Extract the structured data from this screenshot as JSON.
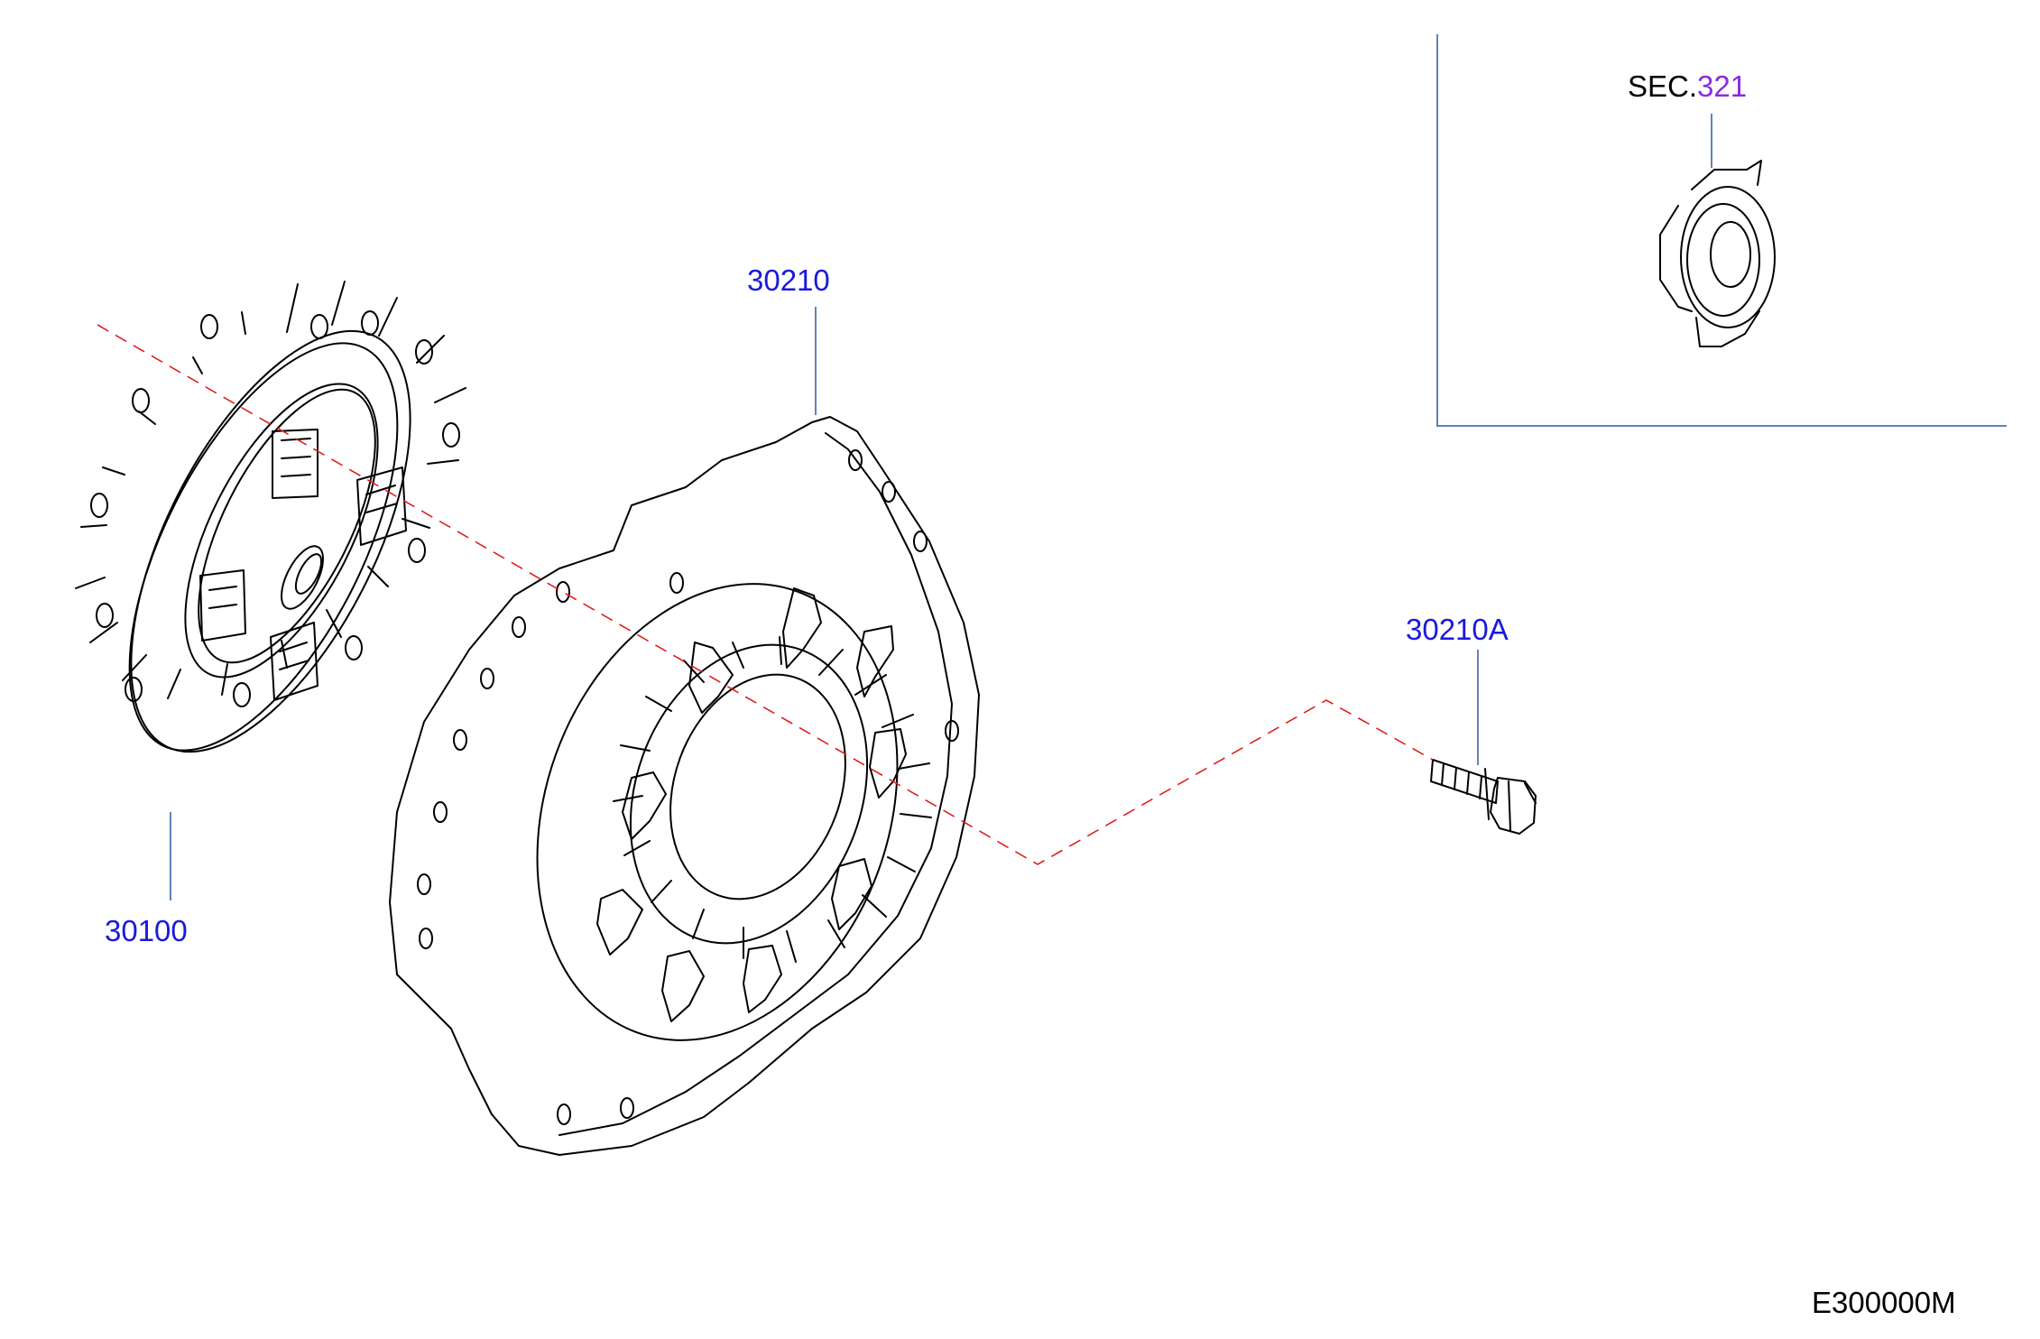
{
  "parts": {
    "clutch_disc": "30100",
    "clutch_cover": "30210",
    "cover_bolt": "30210A"
  },
  "section_ref": {
    "prefix": "SEC.",
    "number": "321"
  },
  "diagram_code": "E300000M",
  "colors": {
    "line_art": "#000000",
    "part_number": "#1a1adc",
    "section_link": "#8a2be2",
    "leader_line": "#2a5a9a",
    "center_line": "#e02020"
  }
}
